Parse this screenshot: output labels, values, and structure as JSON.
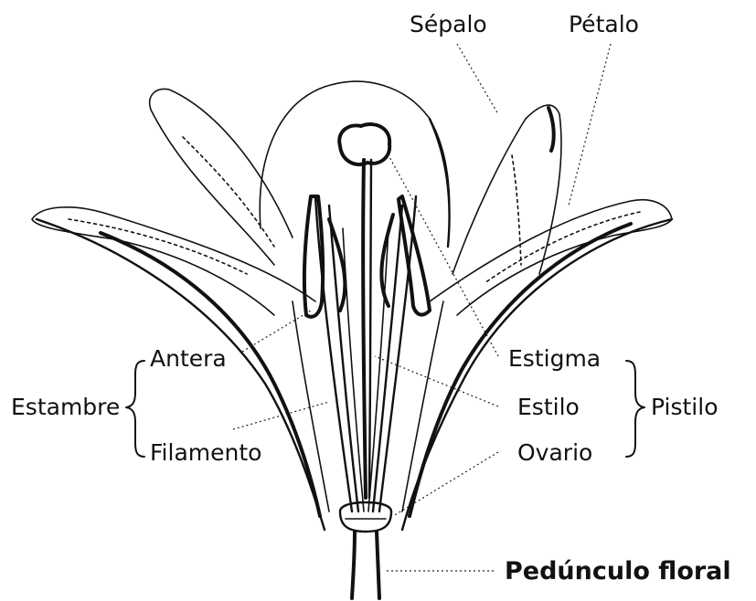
{
  "labels": {
    "sepalo": "Sépalo",
    "petalo": "Pétalo",
    "antera": "Antera",
    "estambre": "Estambre",
    "filamento": "Filamento",
    "estigma": "Estigma",
    "estilo": "Estilo",
    "pistilo": "Pistilo",
    "ovario": "Ovario",
    "pedunculo": "Pedúnculo floral"
  }
}
